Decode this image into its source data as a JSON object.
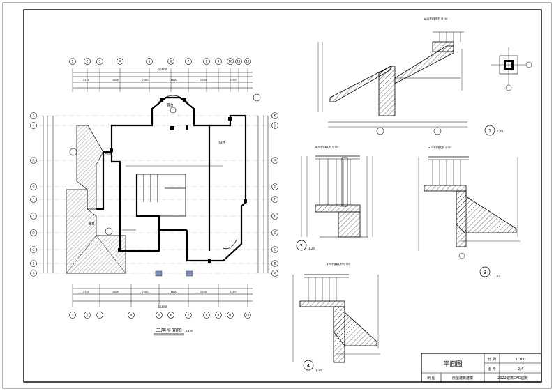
{
  "plan": {
    "title": "二层平面图",
    "scale": "1:100",
    "axis_top": [
      "1",
      "2",
      "3",
      "4",
      "5",
      "6",
      "7",
      "8",
      "9",
      "10",
      "11",
      "12"
    ],
    "axis_bottom": [
      "1",
      "2",
      "3",
      "4",
      "5",
      "6",
      "7",
      "8",
      "9",
      "10",
      "11"
    ],
    "axis_left": [
      "K",
      "J",
      "H",
      "G",
      "F",
      "E",
      "D",
      "C",
      "B",
      "A"
    ],
    "axis_right": [
      "K",
      "J",
      "H",
      "G",
      "F",
      "E",
      "D",
      "C",
      "B",
      "A"
    ],
    "dim_overall": "15660",
    "dims_top": [
      "2100",
      "1640",
      "2200",
      "1640",
      "2200",
      "2700"
    ],
    "dims_bottom": [
      "2700",
      "1640",
      "2200",
      "1640",
      "2200",
      "2100"
    ],
    "rooms": [
      {
        "label": "露台"
      },
      {
        "label": "阳台"
      },
      {
        "label": "露台"
      },
      {
        "label": "卫生间"
      }
    ]
  },
  "details": [
    {
      "number": "1",
      "scale": "1:20",
      "note": "φ 20不锈钢栏杆 @150"
    },
    {
      "number": "2",
      "scale": "1:20",
      "note": "φ 20不锈钢栏杆 @150"
    },
    {
      "number": "3",
      "scale": "1:20",
      "note": "φ 20不锈钢栏杆 @150"
    },
    {
      "number": "4",
      "scale": "1:20",
      "note": "φ 20不锈钢栏杆 @150"
    }
  ],
  "title_block": {
    "drawing_name": "平面图",
    "scale_label": "比 例",
    "scale_value": "1:100",
    "sheet_label": "图 号",
    "sheet_value": "2/4",
    "drawn_label": "制 图",
    "project": "房屋建筑建模",
    "org": "2022建筑CAD国赛"
  },
  "colors": {
    "line": "#000000",
    "marker": "#7f8cc4"
  }
}
